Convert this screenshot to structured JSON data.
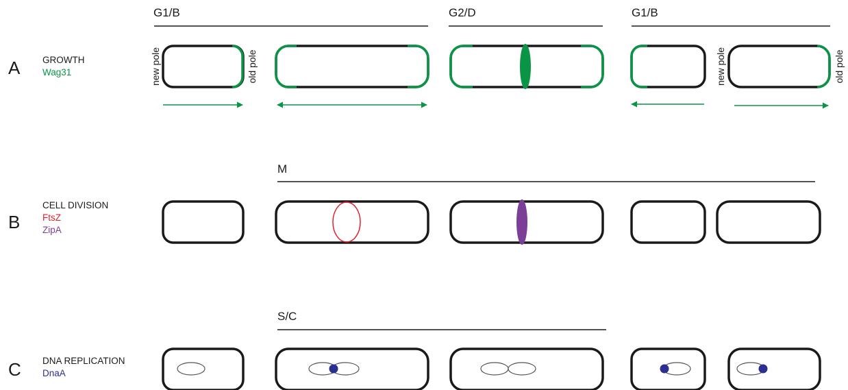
{
  "phases": {
    "g1b_1": "G1/B",
    "g2d": "G2/D",
    "g1b_2": "G1/B",
    "m": "M",
    "sc": "S/C"
  },
  "rows": {
    "a": {
      "letter": "A",
      "title": "GROWTH",
      "protein": "Wag31",
      "new_pole": "new pole",
      "old_pole": "old pole",
      "new_pole_2": "new pole",
      "old_pole_2": "old pole"
    },
    "b": {
      "letter": "B",
      "title": "CELL DIVISION",
      "protein_1": "FtsZ",
      "protein_2": "ZipA"
    },
    "c": {
      "letter": "C",
      "title": "DNA REPLICATION",
      "protein": "DnaA"
    }
  },
  "colors": {
    "cell_outline": "#1a1a1a",
    "wag31": "#0a9446",
    "ftsz": "#e0202a",
    "zipa": "#7b3f98",
    "dnaa": "#2b2f8f"
  }
}
